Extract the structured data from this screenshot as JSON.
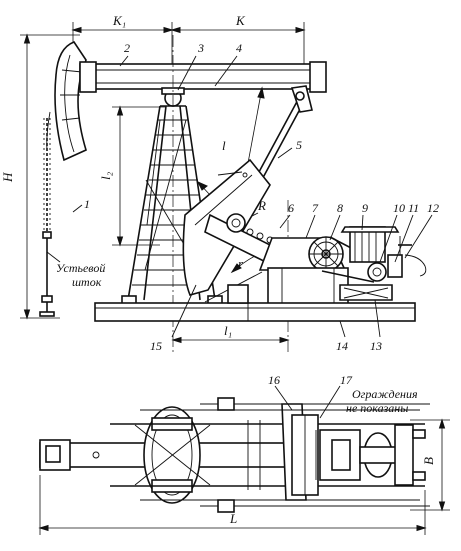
{
  "dimensions": {
    "k1": "K₁",
    "k": "K",
    "h": "H",
    "l2": "l₂",
    "l1": "l₁",
    "r_big": "R",
    "r_small": "r",
    "l_small": "l",
    "b": "B",
    "l_total": "L"
  },
  "callouts": [
    "1",
    "2",
    "3",
    "4",
    "5",
    "6",
    "7",
    "8",
    "9",
    "10",
    "11",
    "12",
    "13",
    "14",
    "15",
    "16",
    "17"
  ],
  "notes": {
    "wellhead_line1": "Устьевой",
    "wellhead_line2": "шток",
    "guard_line1": "Ограждения",
    "guard_line2": "не показаны"
  }
}
